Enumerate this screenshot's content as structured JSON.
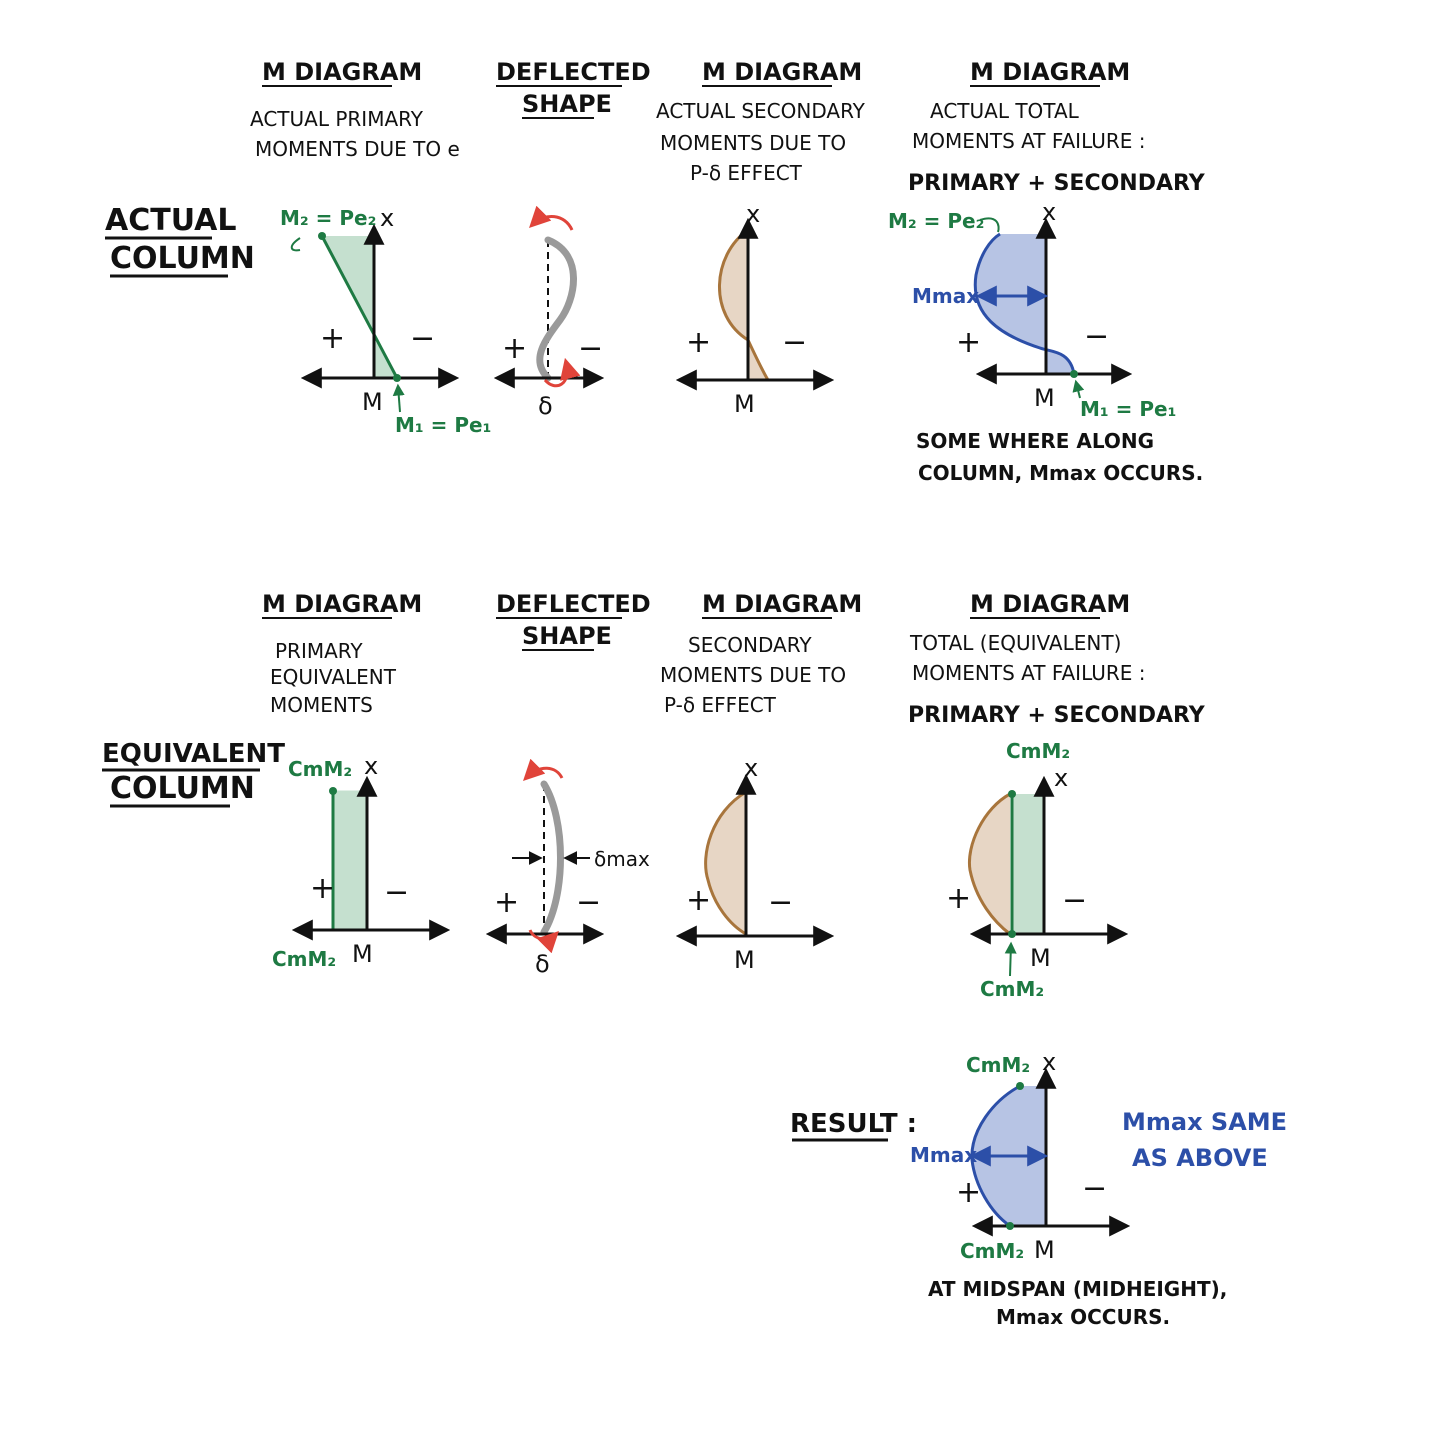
{
  "rows": {
    "actual": [
      "ACTUAL",
      "COLUMN"
    ],
    "equivalent": [
      "EQUIVALENT",
      "COLUMN"
    ],
    "result": "RESULT :"
  },
  "actual_panels": {
    "primary": {
      "title": "M DIAGRAM",
      "lines": [
        "ACTUAL PRIMARY",
        "MOMENTS DUE TO e"
      ]
    },
    "deflected": {
      "title": [
        "DEFLECTED",
        "SHAPE"
      ]
    },
    "secondary": {
      "title": "M DIAGRAM",
      "lines": [
        "ACTUAL SECONDARY",
        "MOMENTS DUE TO",
        "P-δ EFFECT"
      ]
    },
    "total": {
      "title": "M DIAGRAM",
      "lines": [
        "ACTUAL TOTAL",
        "MOMENTS AT FAILURE :",
        "PRIMARY + SECONDARY"
      ]
    }
  },
  "equivalent_panels": {
    "primary": {
      "title": "M DIAGRAM",
      "lines": [
        "PRIMARY",
        "EQUIVALENT",
        "MOMENTS"
      ]
    },
    "deflected": {
      "title": [
        "DEFLECTED",
        "SHAPE"
      ]
    },
    "secondary": {
      "title": "M DIAGRAM",
      "lines": [
        "SECONDARY",
        "MOMENTS DUE TO",
        "P-δ EFFECT"
      ]
    },
    "total": {
      "title": "M DIAGRAM",
      "lines": [
        "TOTAL (EQUIVALENT)",
        "MOMENTS AT FAILURE :",
        "PRIMARY + SECONDARY"
      ]
    }
  },
  "axes": {
    "x": "x",
    "m": "M",
    "delta": "δ",
    "plus": "+",
    "minus": "−"
  },
  "labels": {
    "m2": "M₂ = Pe₂",
    "m1": "M₁ = Pe₁",
    "mmax": "Mmax",
    "delta_max": "δmax",
    "cm_m2": "CmM₂"
  },
  "notes": {
    "actual": [
      "SOME WHERE ALONG",
      "COLUMN, Mmax OCCURS."
    ],
    "result": [
      "AT MIDSPAN (MIDHEIGHT),",
      "Mmax OCCURS."
    ],
    "same": [
      "Mmax SAME",
      "AS ABOVE"
    ]
  },
  "colors": {
    "green": "#1e7a43",
    "green_fill": "#c5e0cf",
    "blue": "#2c4fa8",
    "blue_fill": "#b7c4e4",
    "brown": "#a8753c",
    "brown_fill": "#e7d6c5",
    "grey": "#9a9a9a",
    "red": "#e0443a"
  }
}
